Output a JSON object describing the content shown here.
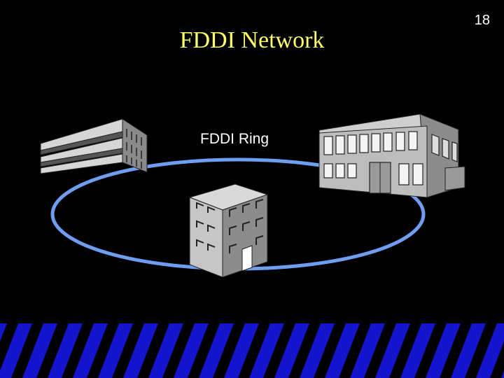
{
  "slide": {
    "title": "FDDI Network",
    "page_number": "18",
    "ring_label": "FDDI Ring"
  },
  "colors": {
    "background": "#000000",
    "title": "#ffff66",
    "ring": "#6f9df0",
    "stripe": "#1414cc"
  },
  "diagram": {
    "nodes": [
      {
        "name": "low-office-building"
      },
      {
        "name": "large-office-building"
      },
      {
        "name": "tall-office-building"
      }
    ],
    "connection": "ring"
  }
}
